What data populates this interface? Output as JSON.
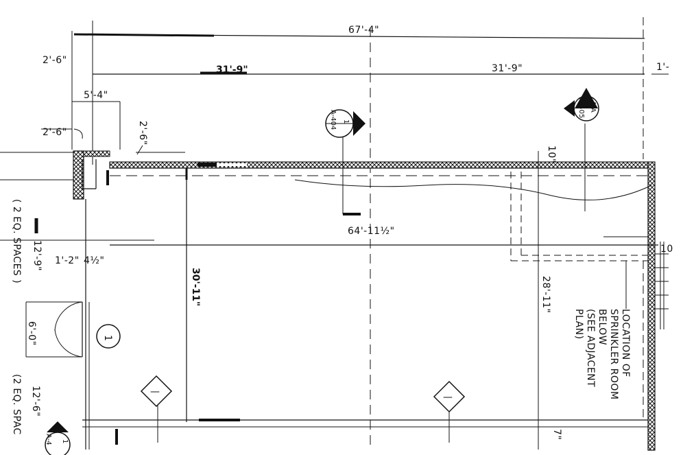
{
  "dimensions": {
    "overall_width": "67'-4\"",
    "left_bay_width": "31'-9\"",
    "right_bay_width": "31'-9\"",
    "right_edge_partial": "1'-",
    "top_setback": "2'-6\"",
    "stair_width": "5'-4\"",
    "corner_offset": "2'-6\"",
    "wall_offset": "2'-6\"",
    "inner_span": "64'-11½\"",
    "interior_depth": "30'-11\"",
    "right_depth": "28'-11\"",
    "right_offset": "10\"",
    "parking_depth_1": "12'-9\"",
    "parking_depth_2": "12'-6\"",
    "door_width": "6'-0\"",
    "small_dim_a": "1'-2\"",
    "small_dim_b": "4½\"",
    "bottom_right_dim": "7\"",
    "far_right_cut": "10"
  },
  "notes": {
    "parking_1": "( 2 EQ. SPACES )",
    "parking_2": "(2 EQ. SPAC",
    "sprinkler": [
      "LOCATION OF",
      "SPRINKLER ROOM",
      "BELOW",
      "(SEE ADJACENT",
      "PLAN)"
    ]
  },
  "tags": {
    "elevation_ref": {
      "number": "1",
      "sheet": "A-404"
    },
    "section_ref": {
      "number": "A-A",
      "sheet": "A-405"
    },
    "room_tag": "1",
    "finish_tag_left": "—",
    "finish_tag_right": "—",
    "bottom_ref": {
      "number": "1",
      "sheet": "A-4"
    }
  }
}
